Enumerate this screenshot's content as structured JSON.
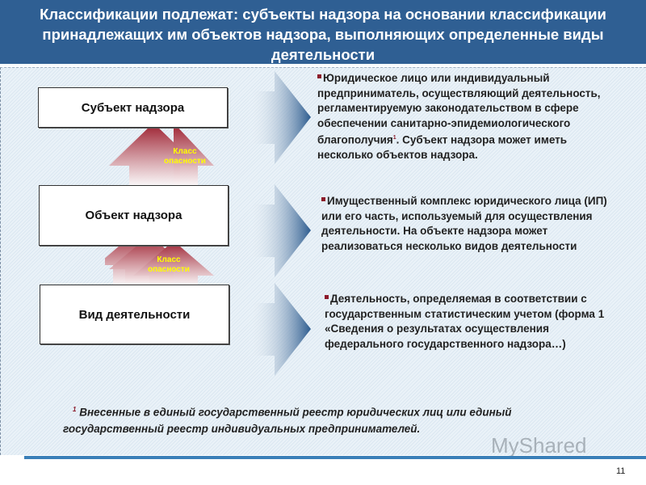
{
  "title": "Классификации подлежат: субъекты надзора на основании классификации принадлежащих им объектов надзора, выполняющих определенные виды деятельности",
  "boxes": [
    "Субъект надзора",
    "Объект надзора",
    "Вид деятельности"
  ],
  "hazard_label": "Класс опасности",
  "descriptions": [
    {
      "text": "Юридическое лицо или индивидуальный предприниматель, осуществляющий деятельность, регламентируемую законодательством в сфере обеспечении санитарно-эпидемиологического благополучия",
      "sup": "1",
      "tail": ". Субъект надзора может иметь несколько объектов надзора."
    },
    {
      "text": "Имущественный комплекс юридического лица (ИП) или его часть, используемый для осуществления деятельности. На объекте надзора может реализоваться несколько видов деятельности"
    },
    {
      "text": "Деятельность, определяемая в соответствии с государственным статистическим учетом (форма 1 «Сведения о результатах осуществления федерального государственного надзора…)"
    }
  ],
  "footnote": {
    "mark": "1",
    "text": "Внесенные в единый государственный реестр юридических лиц или единый государственный реестр индивидуальных предпринимателей."
  },
  "watermark": "MyShared",
  "page_number": "11",
  "colors": {
    "title_bg": "#2f5f93",
    "arrow_red": "#9b1c2c",
    "hazard_text": "#ffff00"
  }
}
